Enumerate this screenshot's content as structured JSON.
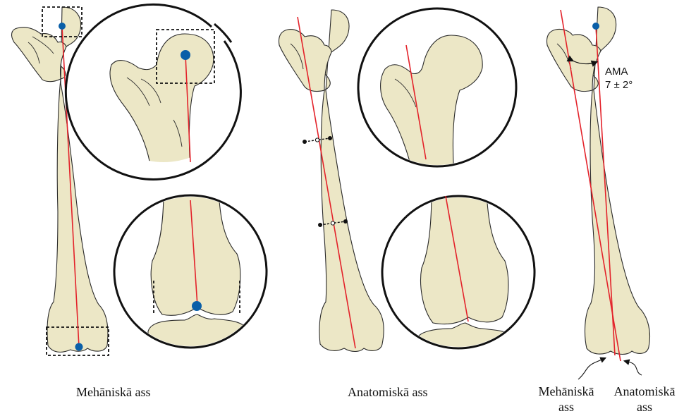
{
  "colors": {
    "axis": "#e3222a",
    "dot": "#0a5fa8",
    "bone": "#ece7c6"
  },
  "captions": {
    "mechanical": "Mehāniskā ass",
    "anatomical": "Anatomiskā ass"
  },
  "angle_label": {
    "name": "AMA",
    "value": "7 ± 2°"
  },
  "callouts": {
    "mechanical_line1": "Mehāniskā",
    "mechanical_line2": "ass",
    "anatomical_line1": "Anatomiskā",
    "anatomical_line2": "ass"
  }
}
